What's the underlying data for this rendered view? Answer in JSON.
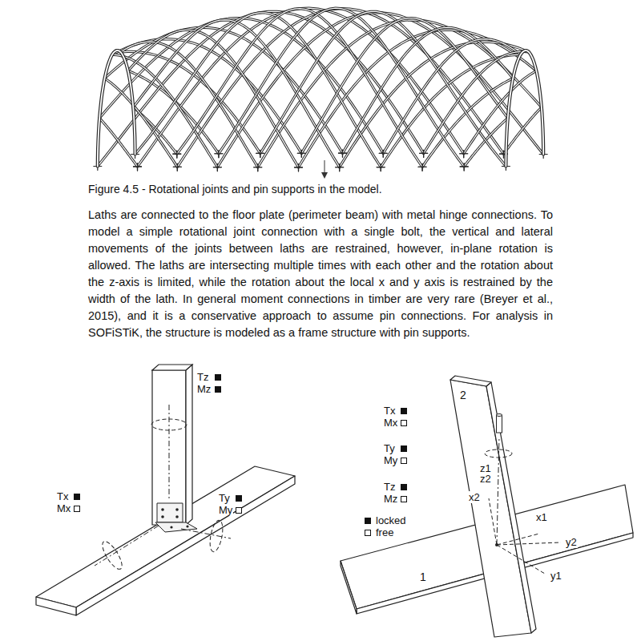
{
  "diagram": {
    "caption": "Figure 4.5 - Rotational joints and pin supports in the model.",
    "labels": [
      "Laths are connected to the floor plate (perimeter beam) with metal hinge connections. To model a simple rotational joint connection with a single bolt, the vertical and lateral movements of the joints between laths are restrained, however, in-plane rotation is allowed. The laths are intersecting multiple times with each other and the rotation about the z-axis is limited, while the rotation about the local x and y axis is restrained by the width of the lath. In general moment connections in timber are very rare (Breyer et al., 2015), and it is a conservative approach to assume pin connections. For analysis in SOFiSTiK, the structure is modeled as a frame structure with pin supports.",
      "Tz",
      "Mz",
      "Tx",
      "Mx",
      "Ty",
      "My",
      "2",
      "Tx",
      "Mx",
      "Ty",
      "My",
      "Tz",
      "Mz",
      "z1",
      "z2",
      "x2",
      "x1",
      "y2",
      "y1",
      "1"
    ],
    "legend": [
      {
        "text": "locked",
        "color": "#111111"
      },
      {
        "text": "free"
      }
    ]
  }
}
